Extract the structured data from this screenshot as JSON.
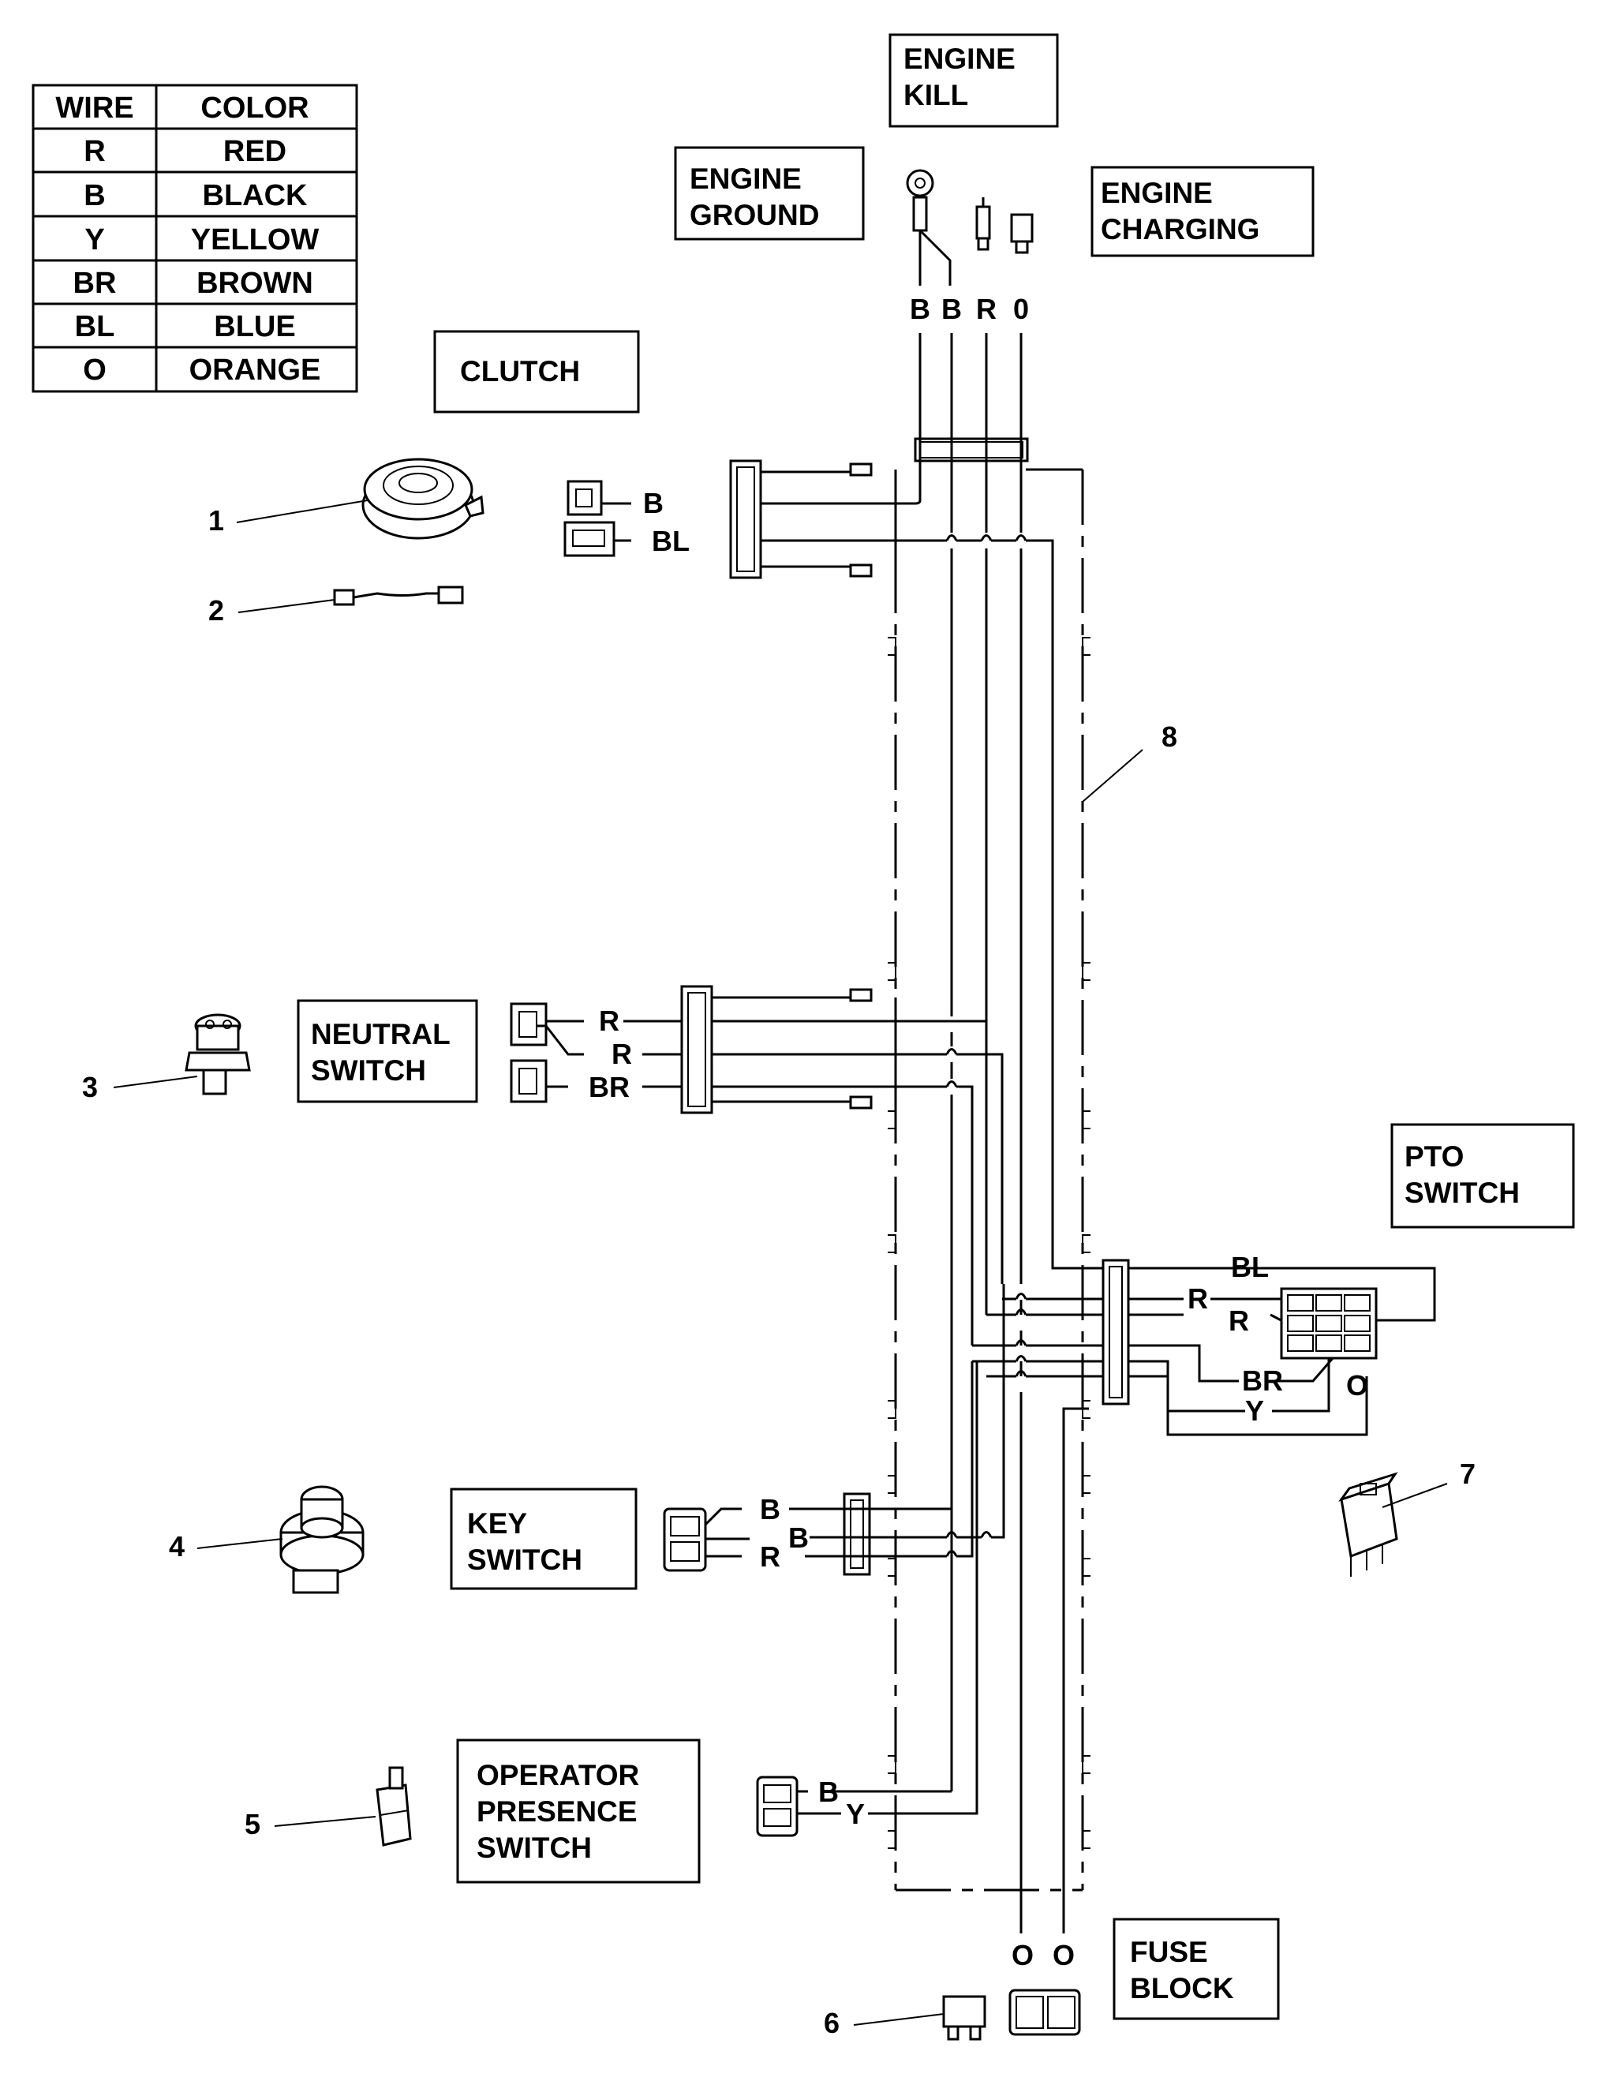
{
  "legend": {
    "header_wire": "WIRE",
    "header_color": "COLOR",
    "rows": [
      {
        "code": "R",
        "color": "RED"
      },
      {
        "code": "B",
        "color": "BLACK"
      },
      {
        "code": "Y",
        "color": "YELLOW"
      },
      {
        "code": "BR",
        "color": "BROWN"
      },
      {
        "code": "BL",
        "color": "BLUE"
      },
      {
        "code": "O",
        "color": "ORANGE"
      }
    ]
  },
  "labels": {
    "engine_kill": [
      "ENGINE",
      "KILL"
    ],
    "engine_ground": [
      "ENGINE",
      "GROUND"
    ],
    "engine_charging": [
      "ENGINE",
      "CHARGING"
    ],
    "clutch": [
      "CLUTCH"
    ],
    "neutral_switch": [
      "NEUTRAL",
      "SWITCH"
    ],
    "pto_switch": [
      "PTO",
      "SWITCH"
    ],
    "key_switch": [
      "KEY",
      "SWITCH"
    ],
    "operator_presence_switch": [
      "OPERATOR",
      "PRESENCE",
      "SWITCH"
    ],
    "fuse_block": [
      "FUSE",
      "BLOCK"
    ]
  },
  "wire_labels": {
    "engine_top": [
      "B",
      "B",
      "R",
      "0"
    ],
    "clutch": [
      "B",
      "BL"
    ],
    "neutral": [
      "R",
      "R",
      "BR"
    ],
    "pto": [
      "BL",
      "R",
      "R",
      "BR",
      "Y",
      "O"
    ],
    "key": [
      "B",
      "B",
      "R"
    ],
    "operator": [
      "B",
      "Y"
    ],
    "fuse": [
      "O",
      "O"
    ]
  },
  "callouts": [
    "1",
    "2",
    "3",
    "4",
    "5",
    "6",
    "7",
    "8"
  ]
}
